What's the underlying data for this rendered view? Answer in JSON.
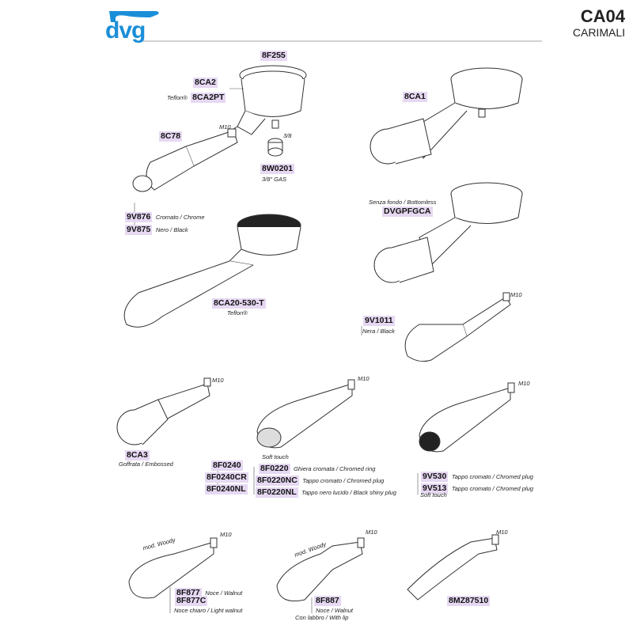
{
  "header": {
    "logo": "dvg",
    "code": "CA04",
    "brand": "CARIMALI"
  },
  "colors": {
    "logo_blue": "#1b8ed8",
    "label_bg": "#e6d8f2"
  },
  "parts": {
    "p8F255": "8F255",
    "p8CA2": "8CA2",
    "teflon_short": "Teflon®",
    "p8CA2PT": "8CA2PT",
    "m10_a": "M10",
    "p8C78": "8C78",
    "threed": "3/8",
    "p8W0201": "8W0201",
    "gas": "3/8\" GAS",
    "p9V876": "9V876",
    "cromato": "Cromato / Chrome",
    "p9V875": "9V875",
    "nero": "Nero / Black",
    "p8CA1": "8CA1",
    "senza": "Senza fondo / Bottomless",
    "pDVGPFGCA": "DVGPFGCA",
    "p8CA20": "8CA20-530-T",
    "teflon2": "Teflon®",
    "m10_b": "M10",
    "p9V1011": "9V1011",
    "nera": "Nera / Black",
    "m10_c": "M10",
    "p8CA3": "8CA3",
    "goffrata": "Goffrata / Embossed",
    "m10_d": "M10",
    "soft1": "Soft touch",
    "p8F0240": "8F0240",
    "p8F0220": "8F0220",
    "ghiera": "Ghiera cromata / Chromed ring",
    "p8F0240CR": "8F0240CR",
    "p8F0220NC": "8F0220NC",
    "tappo1": "Tappo cromato / Chromed plug",
    "p8F0240NL": "8F0240NL",
    "p8F0220NL": "8F0220NL",
    "tappo_nero": "Tappo nero lucido / Black shiny plug",
    "m10_e": "M10",
    "p9V530": "9V530",
    "tappo2": "Tappo cromato / Chromed plug",
    "p9V513": "9V513",
    "tappo3": "Tappo cromato / Chromed plug",
    "soft2": "Soft touch",
    "m10_f": "M10",
    "woody1": "mod. Woody",
    "p8F877": "8F877",
    "noce1": "Noce / Walnut",
    "p8F877C": "8F877C",
    "noce_chiaro": "Noce chiaro / Light walnut",
    "m10_g": "M10",
    "woody2": "mod. Woody",
    "p8F887": "8F887",
    "noce2": "Noce / Walnut",
    "labbro": "Con labbro / With lip",
    "m10_h": "M10",
    "p8MZ87510": "8MZ87510"
  }
}
